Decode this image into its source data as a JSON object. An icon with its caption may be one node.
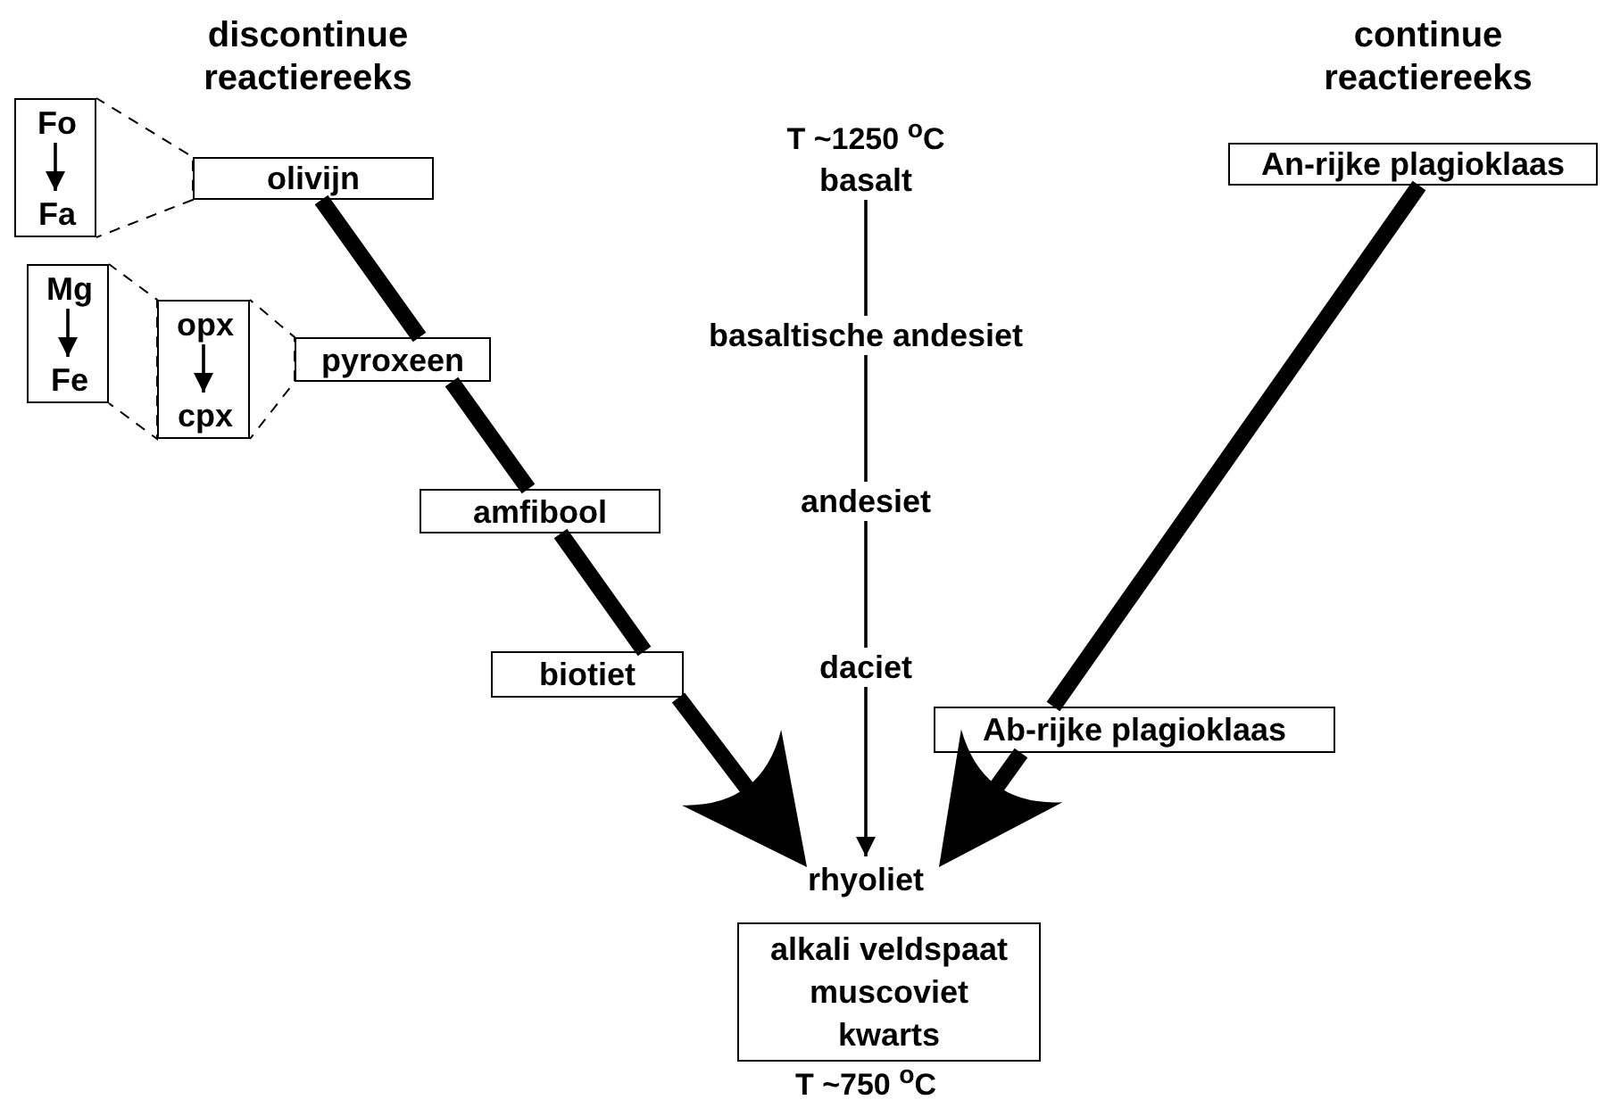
{
  "diagram": {
    "nodes": [
      {
        "text": [],
        "shape": "box"
      },
      {
        "text": [
          "Fo"
        ],
        "in": 0
      },
      {
        "text": [
          "Fa"
        ],
        "in": 0
      },
      {
        "text": [
          "olivijn"
        ]
      },
      {
        "text": [],
        "shape": "box"
      },
      {
        "text": [
          "Mg"
        ],
        "in": 4
      },
      {
        "text": [
          "Fe"
        ],
        "in": 4
      },
      {
        "text": [],
        "shape": "box"
      },
      {
        "text": [
          "opx"
        ],
        "in": 7
      },
      {
        "text": [
          "cpx"
        ],
        "in": 7
      },
      {
        "text": [
          "pyroxeen"
        ]
      },
      {
        "text": [
          "amfibool"
        ]
      },
      {
        "text": [
          "biotiet"
        ]
      },
      {
        "text": [
          "An-rijke plagioklaas"
        ]
      },
      {
        "text": [
          "Ab-rijke plagioklaas"
        ]
      },
      {
        "text": [
          "basalt"
        ]
      },
      {
        "text": [
          "basaltische andesiet"
        ]
      },
      {
        "text": [
          "andesiet"
        ]
      },
      {
        "text": [
          "daciet"
        ]
      },
      {
        "text": [
          "rhyoliet"
        ]
      },
      {
        "text": [
          "alkali veldspaat",
          "muscoviet",
          "kwarts"
        ]
      }
    ],
    "edges": [
      {
        "from": 0,
        "to": 3,
        "arrow": "none",
        "style": "dashed"
      },
      {
        "from": 1,
        "to": 2,
        "arrow": "to"
      },
      {
        "from": 4,
        "to": 7,
        "arrow": "none",
        "style": "dashed"
      },
      {
        "from": 5,
        "to": 6,
        "arrow": "to"
      },
      {
        "from": 7,
        "to": 10,
        "arrow": "none",
        "style": "dashed"
      },
      {
        "from": 8,
        "to": 9,
        "arrow": "to"
      },
      {
        "from": 3,
        "to": 10,
        "arrow": "none",
        "style": "thick"
      },
      {
        "from": 10,
        "to": 11,
        "arrow": "none",
        "style": "thick"
      },
      {
        "from": 11,
        "to": 12,
        "arrow": "none",
        "style": "thick"
      },
      {
        "from": 12,
        "to": 19,
        "arrow": "to",
        "style": "thick"
      },
      {
        "from": 13,
        "to": 14,
        "arrow": "none",
        "style": "thick"
      },
      {
        "from": 14,
        "to": 19,
        "arrow": "to",
        "style": "thick"
      },
      {
        "from": 15,
        "to": 16,
        "arrow": "none"
      },
      {
        "from": 16,
        "to": 17,
        "arrow": "none"
      },
      {
        "from": 17,
        "to": 18,
        "arrow": "none"
      },
      {
        "from": 18,
        "to": 19,
        "arrow": "to"
      }
    ],
    "labels": [
      "discontinue reactiereeks",
      "T ~1250 $^{o}$C",
      "continue reactiereeks",
      "T ~750 $^{o}$C"
    ]
  }
}
